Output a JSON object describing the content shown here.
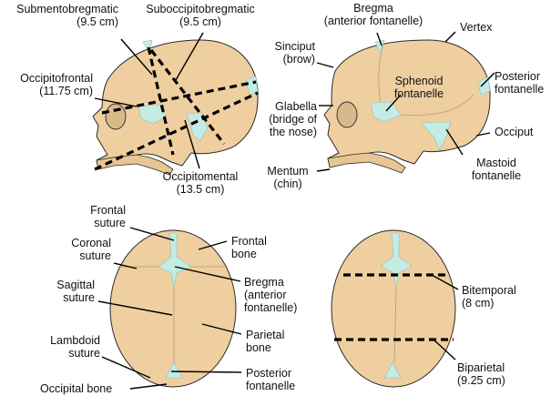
{
  "figure": {
    "panel_lateral_measurements": {
      "labels": {
        "submentobregmatic": "Submentobregmatic",
        "submentobregmatic_value": "(9.5 cm)",
        "suboccipitobregmatic": "Suboccipitobregmatic",
        "suboccipitobregmatic_value": "(9.5 cm)",
        "occipitofrontal": "Occipitofrontal",
        "occipitofrontal_value": "(11.75 cm)",
        "occipitomental": "Occipitomental",
        "occipitomental_value": "(13.5 cm)"
      }
    },
    "panel_lateral_landmarks": {
      "labels": {
        "bregma": "Bregma",
        "bregma_sub": "(anterior fontanelle)",
        "vertex": "Vertex",
        "sinciput": "Sinciput",
        "sinciput_sub": "(brow)",
        "sphenoid": "Sphenoid",
        "sphenoid_sub": "fontanelle",
        "posterior": "Posterior",
        "posterior_sub": "fontanelle",
        "glabella": "Glabella",
        "glabella_sub1": "(bridge of",
        "glabella_sub2": "the nose)",
        "occiput": "Occiput",
        "mastoid": "Mastoid",
        "mastoid_sub": "fontanelle",
        "mentum": "Mentum",
        "mentum_sub": "(chin)"
      }
    },
    "panel_top_sutures": {
      "labels": {
        "frontal_suture": "Frontal",
        "frontal_suture_sub": "suture",
        "coronal_suture": "Coronal",
        "coronal_suture_sub": "suture",
        "sagittal_suture": "Sagittal",
        "sagittal_suture_sub": "suture",
        "lambdoid_suture": "Lambdoid",
        "lambdoid_suture_sub": "suture",
        "occipital_bone": "Occipital bone",
        "frontal_bone": "Frontal",
        "frontal_bone_sub": "bone",
        "bregma": "Bregma",
        "bregma_sub1": "(anterior",
        "bregma_sub2": "fontanelle)",
        "parietal_bone": "Parietal",
        "parietal_bone_sub": "bone",
        "posterior": "Posterior",
        "posterior_sub": "fontanelle"
      }
    },
    "panel_top_diameters": {
      "labels": {
        "bitemporal": "Bitemporal",
        "bitemporal_value": "(8 cm)",
        "biparietal": "Biparietal",
        "biparietal_value": "(9.25 cm)"
      }
    },
    "colors": {
      "skull": "#EFCFA0",
      "fontanelle": "#C4ECE4",
      "line": "#000000"
    }
  }
}
